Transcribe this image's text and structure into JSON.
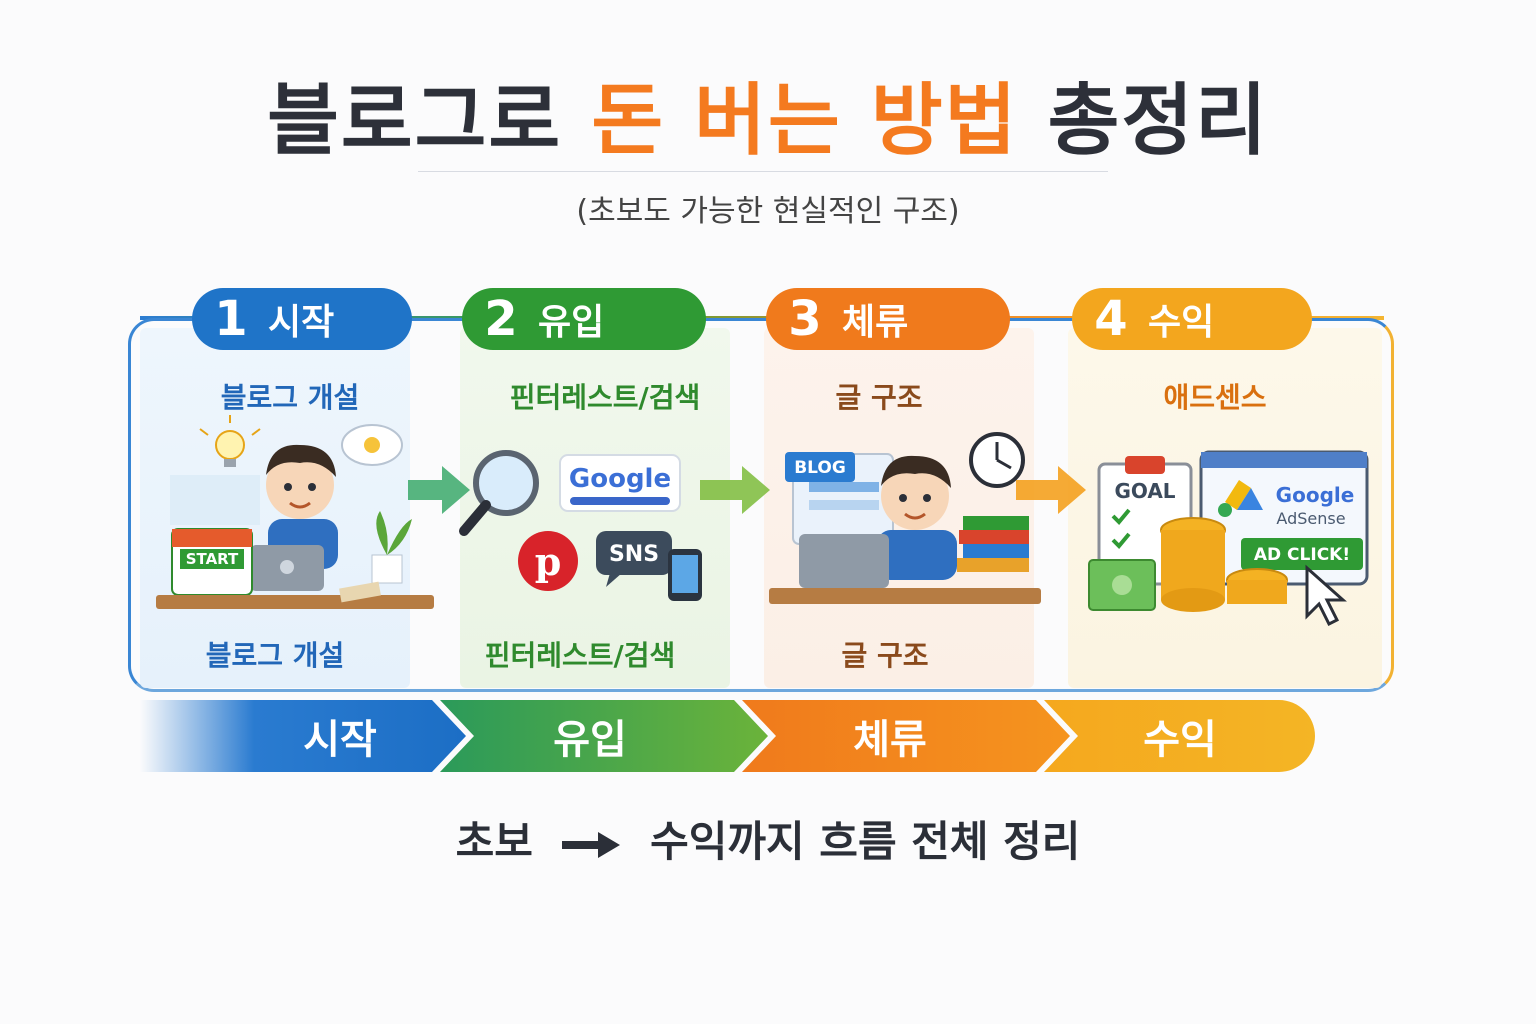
{
  "title": {
    "part1": "블로그로",
    "highlight": "돈 버는 방법",
    "part2": "총정리"
  },
  "subtitle": "(초보도 가능한 현실적인 구조)",
  "steps": [
    {
      "num": "1",
      "label": "시작",
      "top_caption": "블로그 개설",
      "bottom_caption": "블로그 개설",
      "color": "#1f74c8",
      "illustration": {
        "sign": "START"
      }
    },
    {
      "num": "2",
      "label": "유입",
      "top_caption": "핀터레스트/검색",
      "bottom_caption": "핀터레스트/검색",
      "color": "#2f9a34",
      "illustration": {
        "search_logo": "Google",
        "sns": "SNS"
      }
    },
    {
      "num": "3",
      "label": "체류",
      "top_caption": "글 구조",
      "bottom_caption": "글 구조",
      "color": "#f07a1c",
      "illustration": {
        "sign": "BLOG"
      }
    },
    {
      "num": "4",
      "label": "수익",
      "top_caption": "애드센스",
      "bottom_caption": "",
      "color": "#f3a61e",
      "illustration": {
        "clipboard": "GOAL",
        "brand": "Google",
        "product": "AdSense",
        "button": "AD CLICK!"
      }
    }
  ],
  "flow_bar": [
    "시작",
    "유입",
    "체류",
    "수익"
  ],
  "footer": {
    "left": "초보",
    "right": "수익까지 흐름 전체 정리"
  },
  "colors": {
    "title_highlight": "#f47a1f",
    "text": "#2d3039"
  }
}
